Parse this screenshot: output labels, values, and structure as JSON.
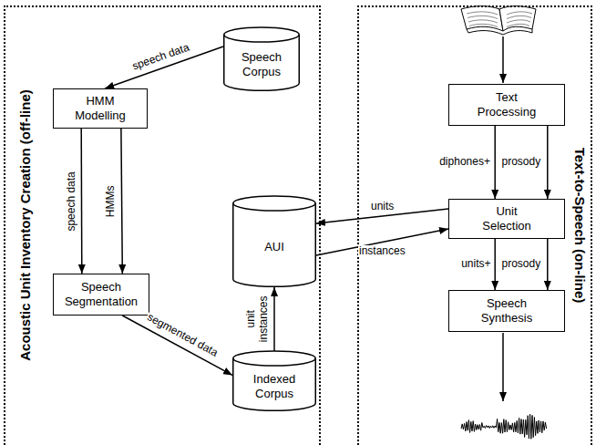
{
  "diagram": {
    "nodes": [
      {
        "text": [
          "Acoustic Unit Inventory Creation (off-line)"
        ]
      },
      {
        "text": [
          "Speech Corpus"
        ],
        "in": 0
      },
      {
        "text": [
          "HMM Modelling"
        ],
        "in": 0
      },
      {
        "text": [
          "AUI"
        ],
        "in": 0
      },
      {
        "text": [
          "Speech Segmentation"
        ],
        "in": 0
      },
      {
        "text": [
          "Indexed Corpus"
        ],
        "in": 0
      },
      {
        "text": [
          "Text-to-Speech (on-line)"
        ]
      },
      {
        "text": [
          "Text Processing"
        ],
        "in": 6
      },
      {
        "text": [
          "Unit Selection"
        ],
        "in": 6
      },
      {
        "text": [
          "Speech Synthesis"
        ],
        "in": 6
      }
    ],
    "edges": [
      {
        "from": 1,
        "to": 2,
        "label": "speech data",
        "arrow": "to"
      },
      {
        "from": 2,
        "to": 4,
        "label": "speech data",
        "arrow": "to"
      },
      {
        "from": 2,
        "to": 4,
        "label": "HMMs",
        "arrow": "to"
      },
      {
        "from": 4,
        "to": 5,
        "label": "segmented data",
        "arrow": "to"
      },
      {
        "from": 5,
        "to": 3,
        "label": "unit instances",
        "arrow": "to"
      },
      {
        "from": 8,
        "to": 3,
        "label": "units",
        "arrow": "to"
      },
      {
        "from": 3,
        "to": 8,
        "label": "instances",
        "arrow": "to"
      },
      {
        "from": 7,
        "to": 8,
        "label": "diphones+",
        "arrow": "to"
      },
      {
        "from": 7,
        "to": 8,
        "label": "prosody",
        "arrow": "to"
      },
      {
        "from": 8,
        "to": 9,
        "label": "units+",
        "arrow": "to"
      },
      {
        "from": 8,
        "to": 9,
        "label": "prosody",
        "arrow": "to"
      }
    ]
  }
}
